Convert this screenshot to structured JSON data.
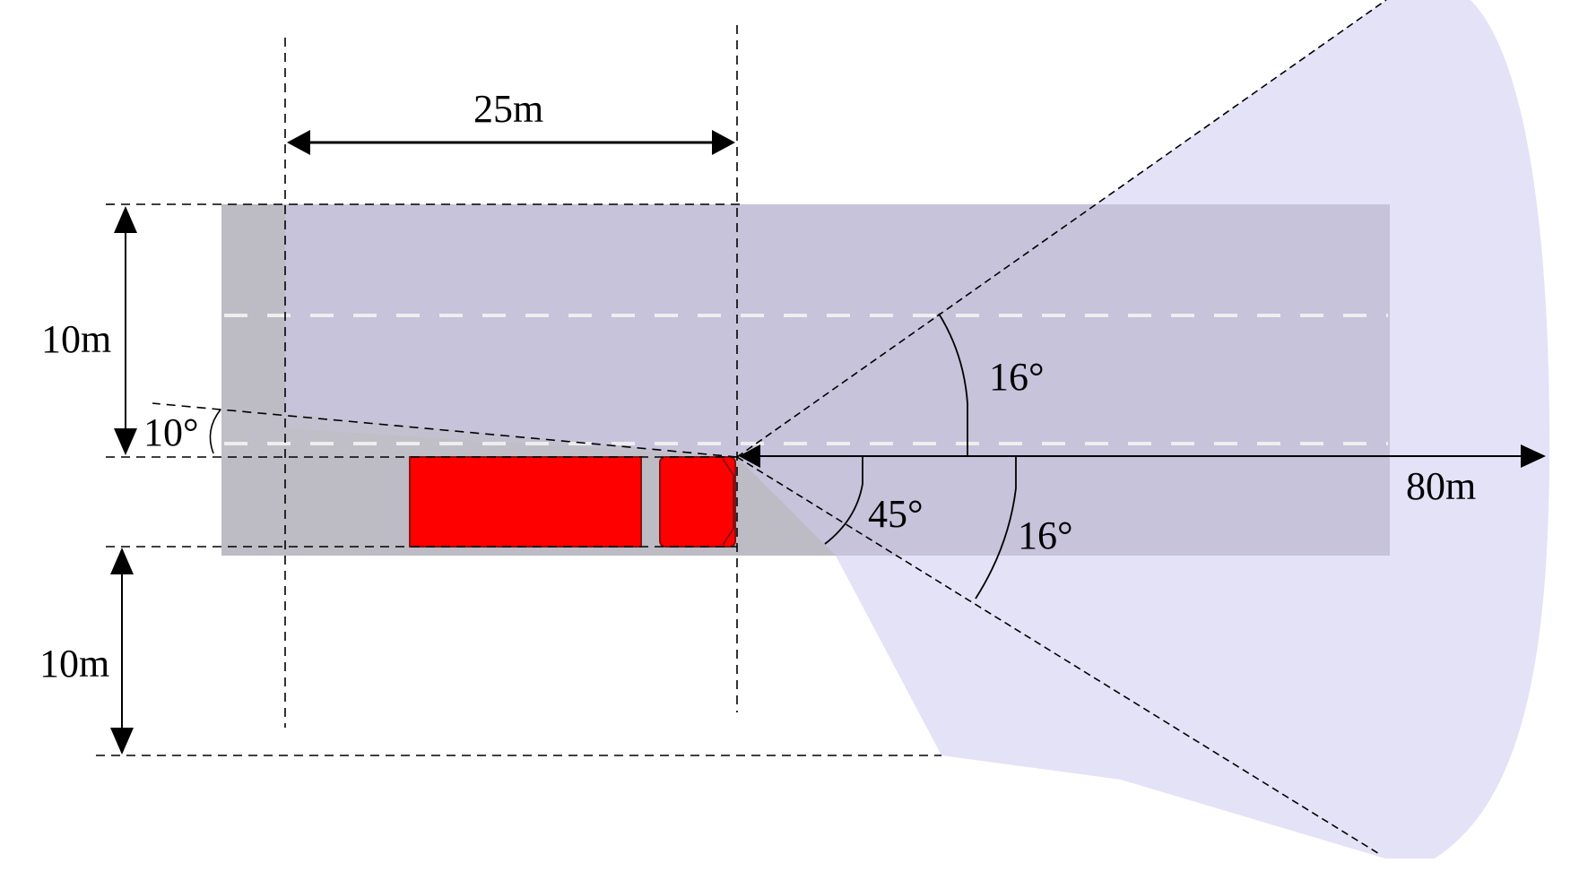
{
  "diagram": {
    "description": "Truck sensor coverage: top-down view of road with truck and forward/rear detection zones",
    "colors": {
      "background": "#ffffff",
      "road_uncovered": "#bdbbc3",
      "road_covered": "#c6c3db",
      "cone_fill": "#e4e2f7",
      "truck": "#ff0000",
      "truck_outline": "#8a1010",
      "lane_marking": "#eeeeee",
      "lines": "#000000"
    },
    "labels": {
      "length_rear": "25m",
      "width_left": "10m",
      "width_right": "10m",
      "rear_angle": "10°",
      "upper_angle": "16°",
      "lower_wide_angle": "45°",
      "lower_angle": "16°",
      "range_forward": "80m"
    },
    "objects": {
      "truck": {
        "parts": [
          "trailer",
          "cab"
        ]
      },
      "road": {
        "lanes": 3
      },
      "sensor_cone": {
        "range": "80m"
      }
    }
  }
}
